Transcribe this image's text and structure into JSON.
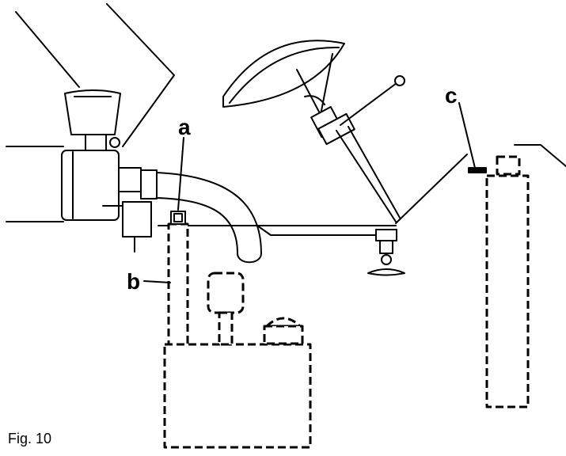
{
  "figure": {
    "caption": "Fig. 10",
    "callouts": {
      "a": "a",
      "b": "b",
      "c": "c"
    }
  }
}
